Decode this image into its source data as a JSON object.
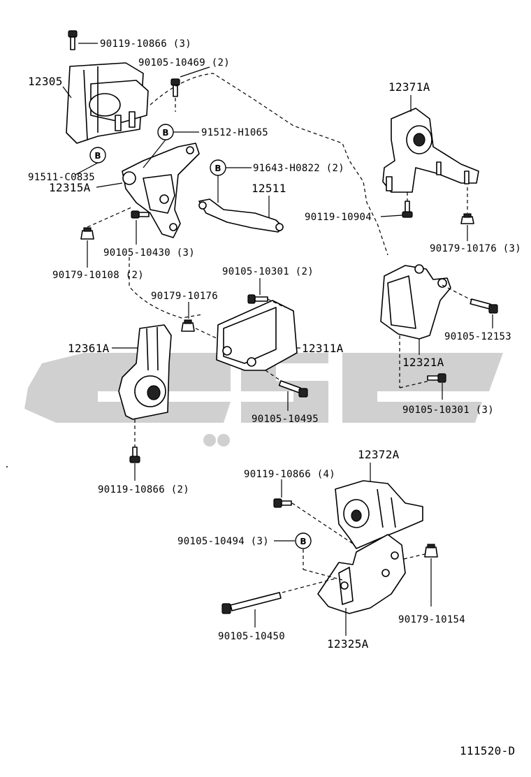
{
  "figure_id": "111520-D",
  "watermark": "كيك",
  "callout_symbol": "B",
  "parts": {
    "p12305": "12305",
    "p12315A": "12315A",
    "p12371A": "12371A",
    "p12511": "12511",
    "p12361A": "12361A",
    "p12311A": "12311A",
    "p12321A": "12321A",
    "p12372A": "12372A",
    "p12325A": "12325A"
  },
  "fasteners": {
    "f1": "90119-10866 (3)",
    "f2": "90105-10469 (2)",
    "f3": "91512-H1065",
    "f4": "91511-C0835",
    "f5": "91643-H0822 (2)",
    "f6": "90119-10904",
    "f7": "90105-10430 (3)",
    "f8": "90179-10108 (2)",
    "f9": "90179-10176 (3)",
    "f10": "90105-10301 (2)",
    "f11": "90179-10176",
    "f12": "90105-12153",
    "f13": "90105-10495",
    "f14": "90105-10301 (3)",
    "f15": "90119-10866 (2)",
    "f16": "90119-10866 (4)",
    "f17": "90105-10494 (3)",
    "f18": "90179-10154",
    "f19": "90105-10450"
  }
}
